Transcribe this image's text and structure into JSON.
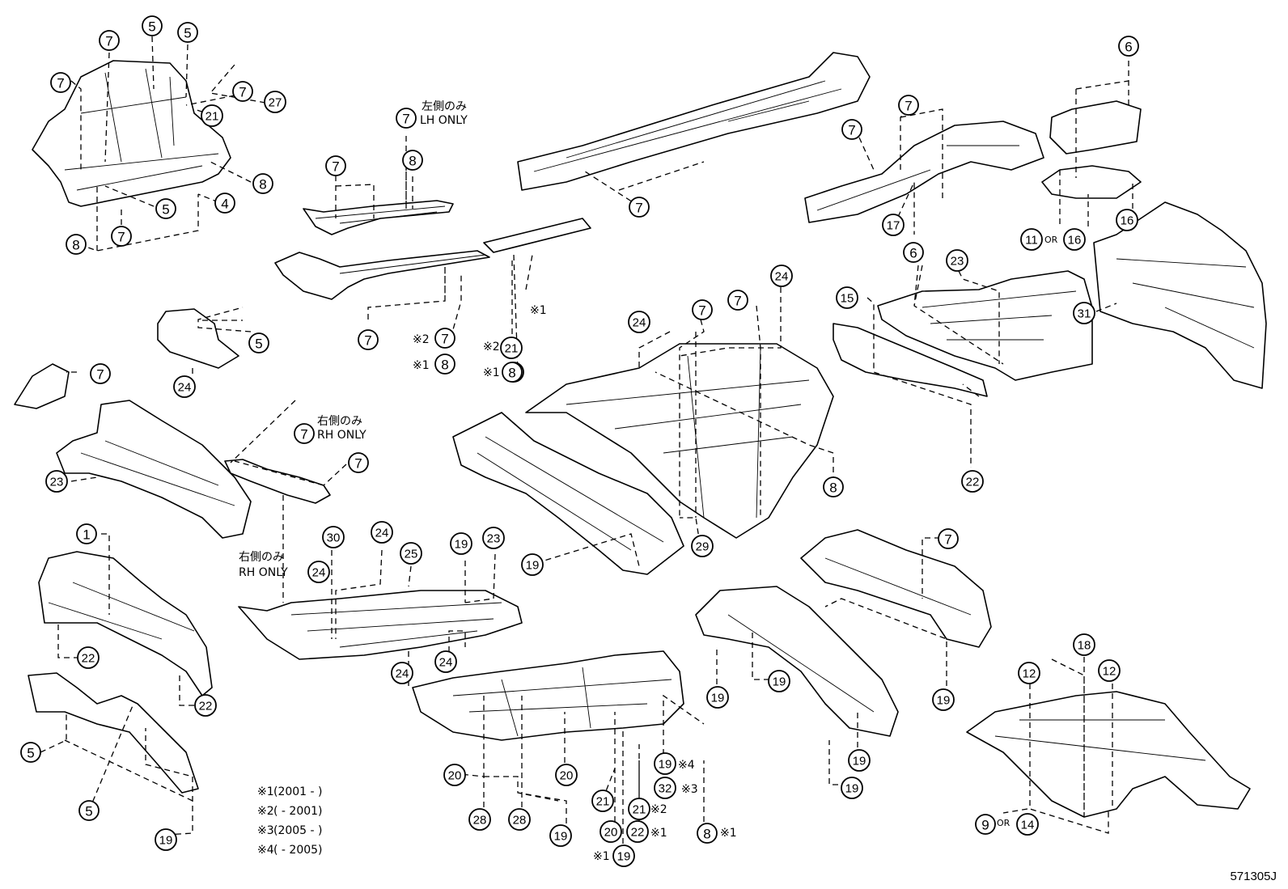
{
  "callouts": [
    {
      "n": "7"
    },
    {
      "n": "5"
    },
    {
      "n": "5"
    },
    {
      "n": "7"
    },
    {
      "n": "7"
    },
    {
      "n": "27"
    },
    {
      "n": "21"
    },
    {
      "n": "8"
    },
    {
      "n": "4"
    },
    {
      "n": "5"
    },
    {
      "n": "7"
    },
    {
      "n": "8"
    },
    {
      "n": "7"
    },
    {
      "n": "7"
    },
    {
      "n": "8"
    },
    {
      "n": "7"
    },
    {
      "n": "7"
    },
    {
      "n": "8"
    },
    {
      "n": "7"
    },
    {
      "n": "17"
    },
    {
      "n": "6"
    },
    {
      "n": "16"
    },
    {
      "n": "11"
    },
    {
      "n": "16"
    },
    {
      "n": "7"
    },
    {
      "n": "7"
    },
    {
      "n": "8"
    },
    {
      "n": "21"
    },
    {
      "n": "8"
    },
    {
      "n": "5"
    },
    {
      "n": "24"
    },
    {
      "n": "7"
    },
    {
      "n": "24"
    },
    {
      "n": "7"
    },
    {
      "n": "7"
    },
    {
      "n": "24"
    },
    {
      "n": "6"
    },
    {
      "n": "23"
    },
    {
      "n": "15"
    },
    {
      "n": "31"
    },
    {
      "n": "22"
    },
    {
      "n": "8"
    },
    {
      "n": "29"
    },
    {
      "n": "19"
    },
    {
      "n": "7"
    },
    {
      "n": "7"
    },
    {
      "n": "23"
    },
    {
      "n": "1"
    },
    {
      "n": "22"
    },
    {
      "n": "22"
    },
    {
      "n": "5"
    },
    {
      "n": "5"
    },
    {
      "n": "19"
    },
    {
      "n": "30"
    },
    {
      "n": "24"
    },
    {
      "n": "25"
    },
    {
      "n": "19"
    },
    {
      "n": "23"
    },
    {
      "n": "24"
    },
    {
      "n": "24"
    },
    {
      "n": "24"
    },
    {
      "n": "7"
    },
    {
      "n": "19"
    },
    {
      "n": "19"
    },
    {
      "n": "19"
    },
    {
      "n": "19"
    },
    {
      "n": "19"
    },
    {
      "n": "12"
    },
    {
      "n": "18"
    },
    {
      "n": "12"
    },
    {
      "n": "9"
    },
    {
      "n": "14"
    },
    {
      "n": "20"
    },
    {
      "n": "28"
    },
    {
      "n": "28"
    },
    {
      "n": "20"
    },
    {
      "n": "19"
    },
    {
      "n": "21"
    },
    {
      "n": "21"
    },
    {
      "n": "19"
    },
    {
      "n": "32"
    },
    {
      "n": "8"
    },
    {
      "n": "20"
    },
    {
      "n": "22"
    },
    {
      "n": "19"
    }
  ],
  "labels": {
    "lh_jp": "左側のみ",
    "lh_en": "LH ONLY",
    "rh1_jp": "右側のみ",
    "rh1_en": "RH ONLY",
    "rh2_jp": "右側のみ",
    "rh2_en": "RH ONLY",
    "or1": "OR",
    "or2": "OR",
    "ref": "571305J"
  },
  "marks": {
    "m1": "※1",
    "m2": "※2",
    "m3": "※1",
    "m4": "※2",
    "m5": "※1",
    "m6": "※4",
    "m7": "※3",
    "m8": "※2",
    "m9": "※1",
    "m10": "※1",
    "m11": "※1"
  },
  "notes": [
    {
      "mark": "※1",
      "text": "(2001 -      )"
    },
    {
      "mark": "※2",
      "text": "(       - 2001)"
    },
    {
      "mark": "※3",
      "text": "(2005 -      )"
    },
    {
      "mark": "※4",
      "text": "(       - 2005)"
    }
  ]
}
